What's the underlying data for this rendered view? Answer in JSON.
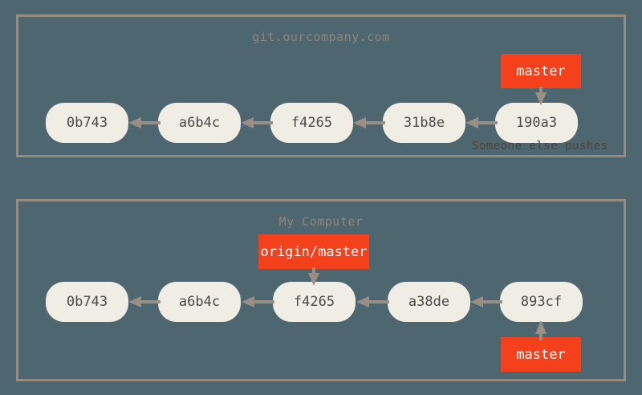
{
  "diagram": {
    "background_color": "#4D6670",
    "panel_border_color": "#948C80",
    "commit_fill_color": "#EFEDE4",
    "commit_text_color": "#4A4A48",
    "ref_fill_color": "#F4411C",
    "ref_text_color": "#FFFFFF",
    "arrow_color": "#998F85",
    "title_color": "#8E867B",
    "caption_color": "#4F4338"
  },
  "panels": [
    {
      "id": "remote",
      "title": "git.ourcompany.com",
      "commits": [
        {
          "id": "c1",
          "label": "0b743"
        },
        {
          "id": "c2",
          "label": "a6b4c"
        },
        {
          "id": "c3",
          "label": "f4265"
        },
        {
          "id": "c4",
          "label": "31b8e"
        },
        {
          "id": "c5",
          "label": "190a3"
        }
      ],
      "refs": [
        {
          "id": "remote-master",
          "label": "master",
          "points_to": "190a3"
        }
      ],
      "caption": "Someone else pushes"
    },
    {
      "id": "local",
      "title": "My Computer",
      "commits": [
        {
          "id": "l1",
          "label": "0b743"
        },
        {
          "id": "l2",
          "label": "a6b4c"
        },
        {
          "id": "l3",
          "label": "f4265"
        },
        {
          "id": "l4",
          "label": "a38de"
        },
        {
          "id": "l5",
          "label": "893cf"
        }
      ],
      "refs": [
        {
          "id": "local-origin-master",
          "label": "origin/master",
          "points_to": "f4265"
        },
        {
          "id": "local-master",
          "label": "master",
          "points_to": "893cf"
        }
      ]
    }
  ]
}
